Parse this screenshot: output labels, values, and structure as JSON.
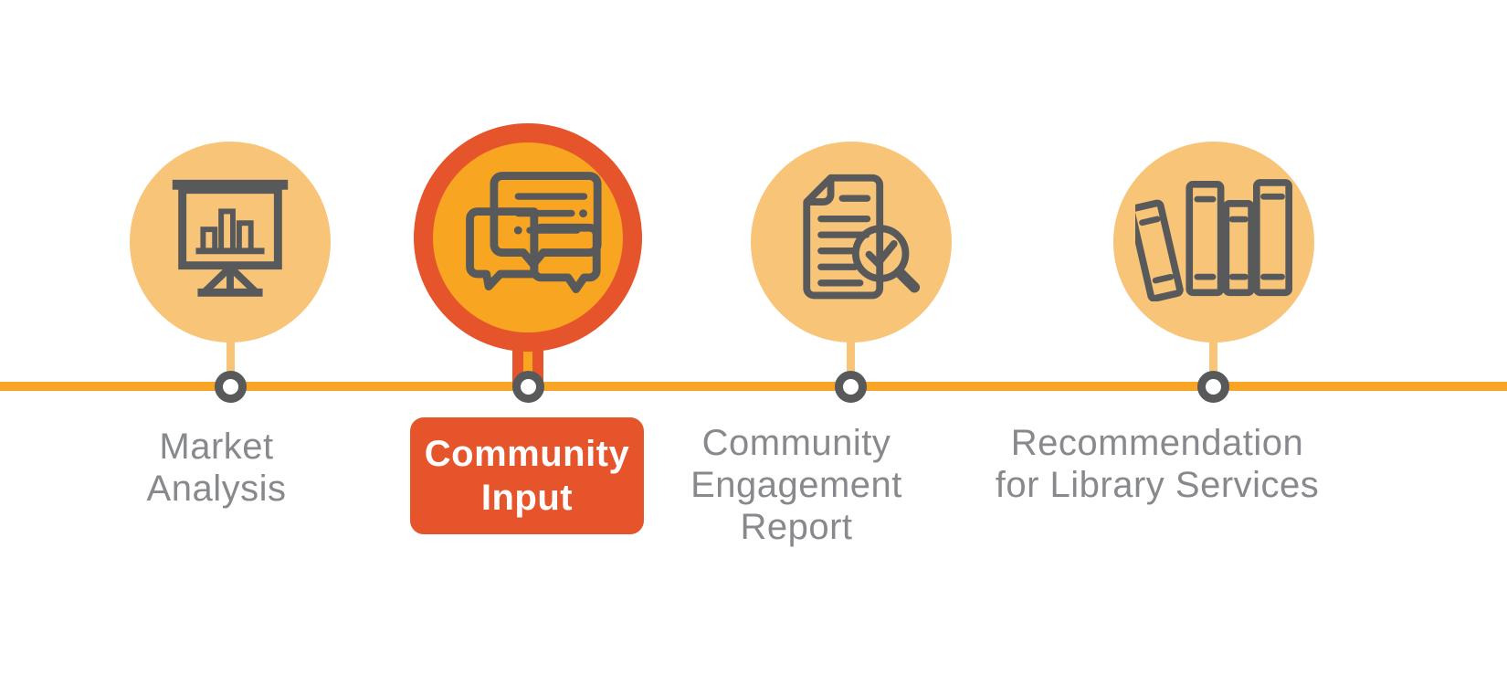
{
  "diagram": {
    "type": "process-timeline",
    "active_stage_index": 1
  },
  "stages": [
    {
      "id": "market-analysis",
      "label": "Market\nAnalysis",
      "icon": "presentation-bar-chart-icon",
      "active": false
    },
    {
      "id": "community-input",
      "label": "Community\nInput",
      "icon": "speech-bubbles-icon",
      "active": true
    },
    {
      "id": "community-engagement-report",
      "label": "Community\nEngagement\nReport",
      "icon": "document-search-check-icon",
      "active": false
    },
    {
      "id": "recommendation-for-library-services",
      "label": "Recommendation\nfor Library Services",
      "icon": "bookshelf-icon",
      "active": false
    }
  ],
  "palette": {
    "timeline_amber": "#F8A526",
    "light_orange": "#F8C478",
    "accent_red_orange": "#E6542B",
    "icon_gray": "#58595B",
    "label_gray": "#87898C",
    "node_fill": "#FFFFFF"
  }
}
